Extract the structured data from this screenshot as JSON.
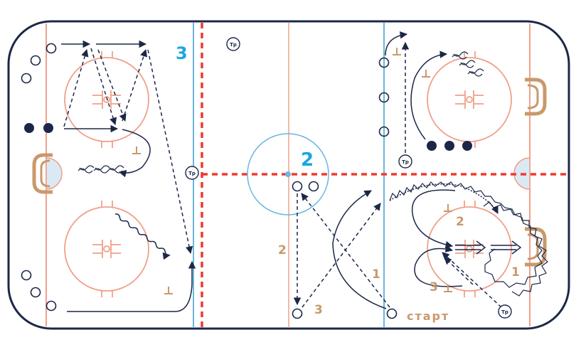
{
  "labels": {
    "zone3": "3",
    "zone2": "2",
    "start": "старт",
    "n1a": "1",
    "n1b": "1",
    "n2a": "2",
    "n2b": "2",
    "n3a": "3",
    "n3b": "3",
    "trainer": "Тр"
  },
  "colors": {
    "board": "#1c2748",
    "red_line": "#ee3b2e",
    "blue_line": "#6bb6dc",
    "circle": "#f0a08a",
    "goal": "#c9996b",
    "player": "#1c2748",
    "crease": "#dbe9f4",
    "zone_number": "#1aa6e0",
    "drill_number": "#c9996b"
  }
}
